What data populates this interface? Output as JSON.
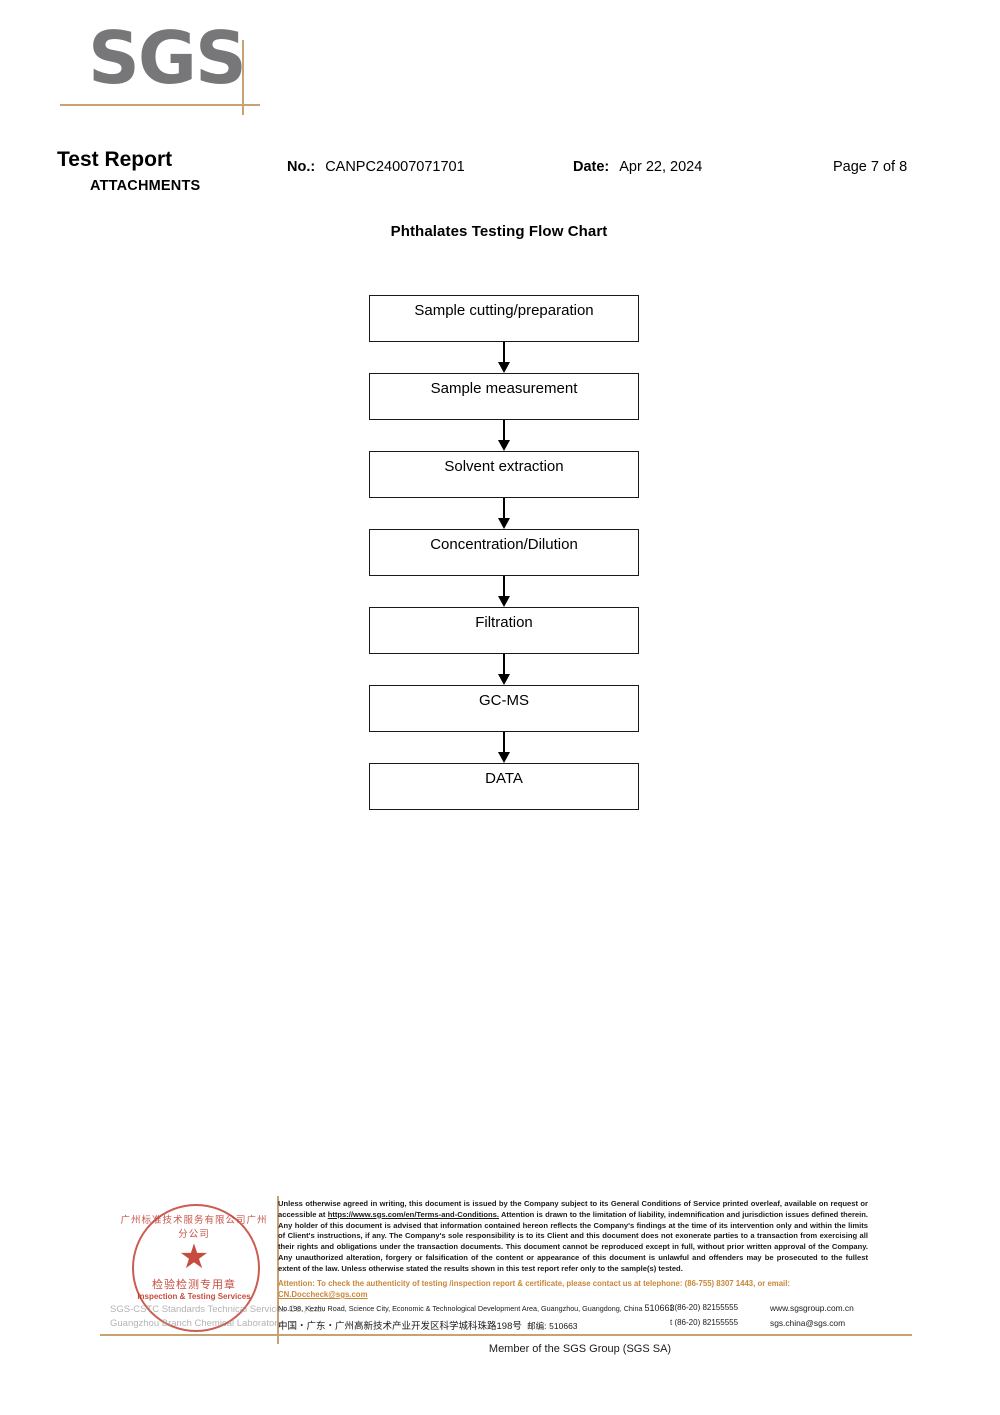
{
  "logo": {
    "text": "SGS",
    "color": "#77777a",
    "rule_color": "#c8a273"
  },
  "header": {
    "title": "Test Report",
    "subtitle": "ATTACHMENTS",
    "no_label": "No.:",
    "no_value": "CANPC24007071701",
    "date_label": "Date:",
    "date_value": "Apr 22, 2024",
    "page_value": "Page 7 of 8"
  },
  "flowchart": {
    "title": "Phthalates Testing Flow Chart",
    "steps": [
      {
        "label": "Sample cutting/preparation"
      },
      {
        "label": "Sample measurement"
      },
      {
        "label": "Solvent extraction"
      },
      {
        "label": "Concentration/Dilution"
      },
      {
        "label": "Filtration"
      },
      {
        "label": "GC-MS"
      },
      {
        "label": "DATA"
      }
    ]
  },
  "stamp": {
    "arc_text": "广州标准技术服务有限公司广州分公司",
    "main_cn": "检验检测专用章",
    "main_en": "Inspection & Testing Services",
    "star": "★",
    "watermark_line1": "SGS-CSTC Standards Technical Services Co., Ltd.",
    "watermark_line2": "Guangzhou Branch Chemical Laboratory",
    "color": "#c0392b"
  },
  "footer": {
    "legal_paragraph": "Unless otherwise agreed in writing, this document is issued by the Company subject to its General Conditions of Service printed overleaf, available on request or accessible at ",
    "legal_link": "https://www.sgs.com/en/Terms-and-Conditions.",
    "legal_paragraph_2": " Attention is drawn to the limitation of liability, indemnification and jurisdiction issues defined therein. Any holder of this document is advised that information contained hereon reflects the Company's findings at the time of its intervention only and within the limits of Client's instructions, if any. The Company's sole responsibility is to its Client and this document does not exonerate parties to a transaction from exercising all their rights and obligations under the transaction documents. This document cannot be reproduced except in full, without prior written approval of the Company. Any unauthorized alteration, forgery or falsification of the content or appearance of this document is unlawful and offenders may be prosecuted to the fullest extent of the law. Unless otherwise stated the results shown in this test report refer only to the sample(s) tested.",
    "attention_text": "Attention: To check the authenticity of testing /inspection report & certificate, please contact us at telephone: (86-755) 8307 1443, or email: ",
    "attention_email": "CN.Doccheck@sgs.com",
    "attention_color": "#c8873b",
    "address_en": "No.198, Kezhu Road, Science City, Economic & Technological Development Area, Guangzhou, Guangdong, China",
    "address_en_zip": "510663",
    "address_cn": "中国・广东・广州高新技术产业开发区科学城科珠路198号",
    "address_cn_post_label": "邮编:",
    "address_cn_zip": "510663",
    "tel_1": "t (86-20) 82155555",
    "tel_2": "t (86-20) 82155555",
    "web": "www.sgsgroup.com.cn",
    "email": "sgs.china@sgs.com",
    "member_line": "Member of the SGS Group (SGS SA)",
    "rule_color": "#c8a273"
  }
}
